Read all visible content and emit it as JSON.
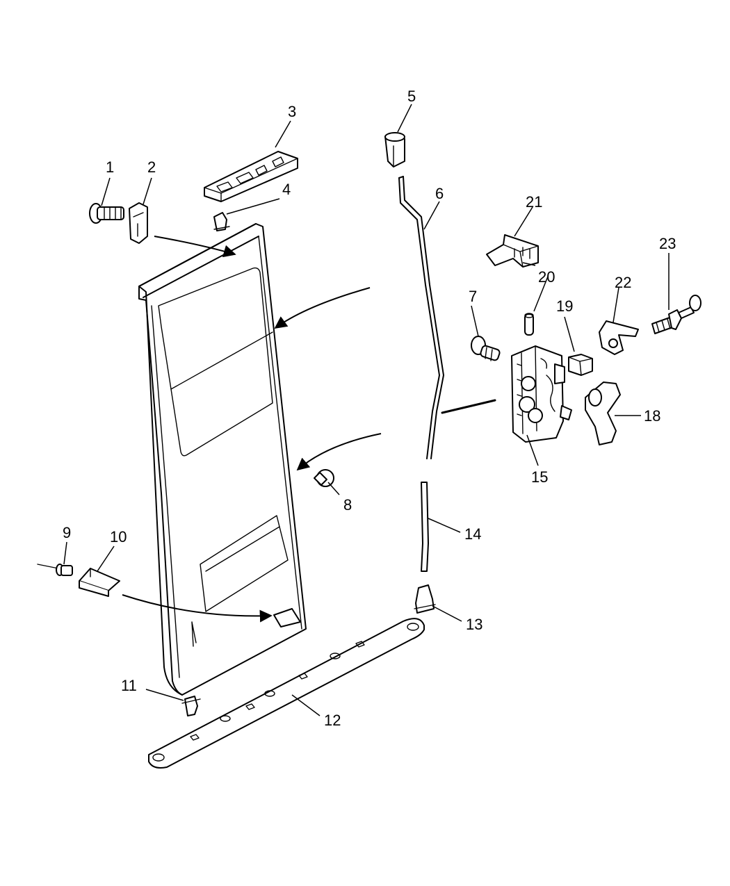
{
  "callouts": [
    {
      "id": "1",
      "label": "1"
    },
    {
      "id": "2",
      "label": "2"
    },
    {
      "id": "3",
      "label": "3"
    },
    {
      "id": "4",
      "label": "4"
    },
    {
      "id": "5",
      "label": "5"
    },
    {
      "id": "6",
      "label": "6"
    },
    {
      "id": "7",
      "label": "7"
    },
    {
      "id": "8",
      "label": "8"
    },
    {
      "id": "9",
      "label": "9"
    },
    {
      "id": "10",
      "label": "10"
    },
    {
      "id": "11",
      "label": "11"
    },
    {
      "id": "12",
      "label": "12"
    },
    {
      "id": "13",
      "label": "13"
    },
    {
      "id": "14",
      "label": "14"
    },
    {
      "id": "15",
      "label": "15"
    },
    {
      "id": "18",
      "label": "18"
    },
    {
      "id": "19",
      "label": "19"
    },
    {
      "id": "20",
      "label": "20"
    },
    {
      "id": "21",
      "label": "21"
    },
    {
      "id": "22",
      "label": "22"
    },
    {
      "id": "23",
      "label": "23"
    }
  ]
}
